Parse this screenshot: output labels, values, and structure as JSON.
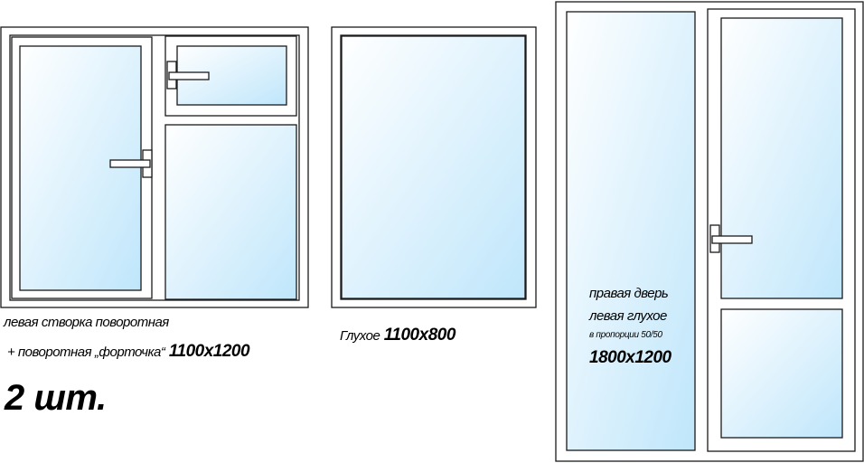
{
  "window1": {
    "line1": "левая створка поворотная",
    "line2_prefix": "+ поворотная „форточка“",
    "size": "1100x1200",
    "quantity": "2 шт."
  },
  "window2": {
    "label": "Глухое",
    "size": "1100x800"
  },
  "window3": {
    "line1": "правая дверь",
    "line2": "левая глухое",
    "line3": "в пропорции 50/50",
    "size": "1800x1200"
  },
  "colors": {
    "frame_stroke": "#1a1a1a",
    "glass_light": "#ffffff",
    "glass_blue": "#bfe6fb",
    "handle_fill": "#ffffff"
  }
}
